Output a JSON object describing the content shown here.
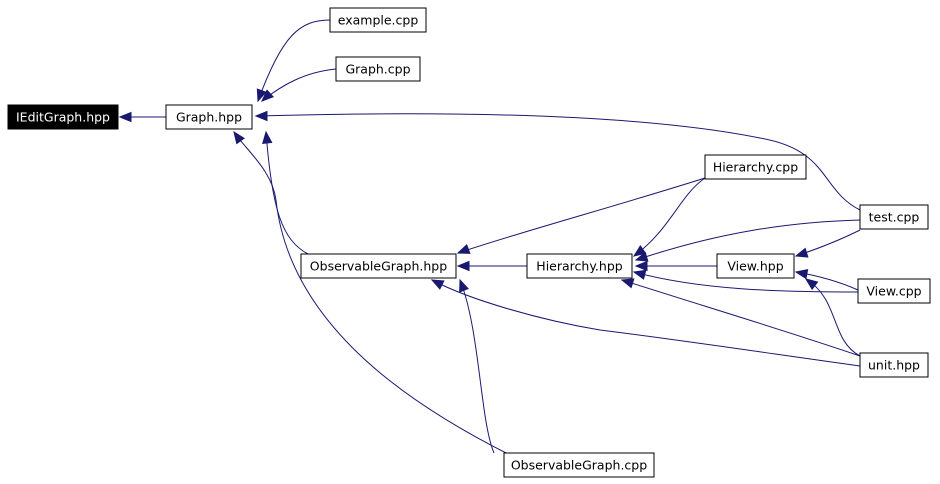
{
  "graph": {
    "type": "include-dependency-graph",
    "edge_color": "#191970",
    "nodes": {
      "iedit": {
        "label": "IEditGraph.hpp",
        "highlighted": true
      },
      "graph_hpp": {
        "label": "Graph.hpp"
      },
      "example_cpp": {
        "label": "example.cpp"
      },
      "graph_cpp": {
        "label": "Graph.cpp"
      },
      "hierarchy_cpp": {
        "label": "Hierarchy.cpp"
      },
      "test_cpp": {
        "label": "test.cpp"
      },
      "observable_hpp": {
        "label": "ObservableGraph.hpp"
      },
      "hierarchy_hpp": {
        "label": "Hierarchy.hpp"
      },
      "view_hpp": {
        "label": "View.hpp"
      },
      "view_cpp": {
        "label": "View.cpp"
      },
      "unit_hpp": {
        "label": "unit.hpp"
      },
      "observable_cpp": {
        "label": "ObservableGraph.cpp"
      }
    },
    "edges": [
      {
        "from": "graph_hpp",
        "to": "iedit"
      },
      {
        "from": "example_cpp",
        "to": "graph_hpp"
      },
      {
        "from": "graph_cpp",
        "to": "graph_hpp"
      },
      {
        "from": "test_cpp",
        "to": "graph_hpp"
      },
      {
        "from": "observable_hpp",
        "to": "graph_hpp"
      },
      {
        "from": "observable_cpp",
        "to": "graph_hpp"
      },
      {
        "from": "hierarchy_cpp",
        "to": "observable_hpp"
      },
      {
        "from": "hierarchy_hpp",
        "to": "observable_hpp"
      },
      {
        "from": "unit_hpp",
        "to": "observable_hpp"
      },
      {
        "from": "observable_cpp",
        "to": "observable_hpp"
      },
      {
        "from": "hierarchy_cpp",
        "to": "hierarchy_hpp"
      },
      {
        "from": "test_cpp",
        "to": "hierarchy_hpp"
      },
      {
        "from": "view_hpp",
        "to": "hierarchy_hpp"
      },
      {
        "from": "view_cpp",
        "to": "hierarchy_hpp"
      },
      {
        "from": "unit_hpp",
        "to": "hierarchy_hpp"
      },
      {
        "from": "test_cpp",
        "to": "view_hpp"
      },
      {
        "from": "view_cpp",
        "to": "view_hpp"
      },
      {
        "from": "unit_hpp",
        "to": "view_hpp"
      }
    ]
  }
}
